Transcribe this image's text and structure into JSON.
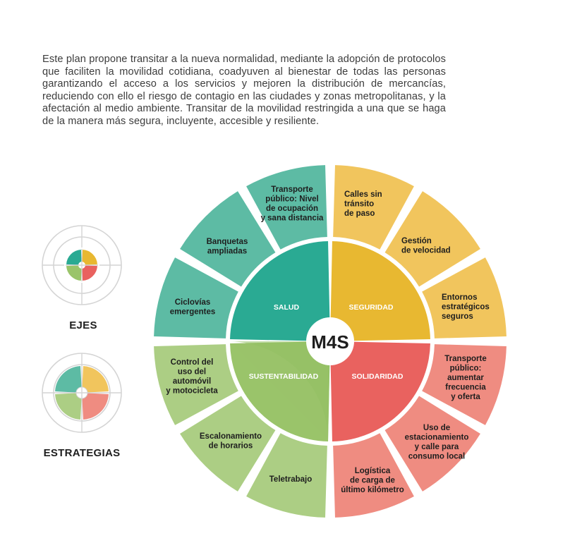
{
  "intro_text": "Este plan propone transitar a la nueva normalidad, mediante la adopción de protocolos que faciliten la movilidad cotidiana, coadyuven al bienestar de todas las personas garantizando el acceso a los servicios y mejoren la distribución de mercancías, reduciendo con ello el riesgo de contagio en las ciudades y zonas metropolitanas, y la afectación al medio ambiente. Transitar de la movilidad restringida a una que se haga de la manera más segura, incluyente, accesible y resiliente.",
  "diagram": {
    "center_label": "M4S",
    "axes": [
      {
        "name": "SALUD",
        "color": "#2aaa93",
        "strategy_color": "#5dbba4",
        "strategies": [
          [
            "Ciclovías",
            "emergentes"
          ],
          [
            "Banquetas",
            "ampliadas"
          ],
          [
            "Transporte",
            "público: Nivel",
            "de ocupación",
            "y sana distancia"
          ]
        ]
      },
      {
        "name": "SEGURIDAD",
        "color": "#e8b831",
        "strategy_color": "#f1c55d",
        "strategies": [
          [
            "Calles sin",
            "tránsito",
            "de paso"
          ],
          [
            "Gestión",
            "de velocidad"
          ],
          [
            "Entornos",
            "estratégicos",
            "seguros"
          ]
        ]
      },
      {
        "name": "SOLIDARIDAD",
        "color": "#e9625f",
        "strategy_color": "#ef8c81",
        "strategies": [
          [
            "Transporte",
            "público:",
            "aumentar",
            "frecuencia",
            "y oferta"
          ],
          [
            "Uso de",
            "estacionamiento",
            "y calle para",
            "consumo local"
          ],
          [
            "Logística",
            "de carga de",
            "último kilómetro"
          ]
        ]
      },
      {
        "name": "SUSTENTABILIDAD",
        "color": "#9ac46a",
        "strategy_color": "#acce84",
        "strategies": [
          [
            "Teletrabajo"
          ],
          [
            "Escalonamiento",
            "de  horarios"
          ],
          [
            "Control del",
            "uso del",
            "automóvil",
            "y motocicleta"
          ]
        ]
      }
    ]
  },
  "legend": {
    "ejes_label": "EJES",
    "estrategias_label": "ESTRATEGIAS"
  }
}
